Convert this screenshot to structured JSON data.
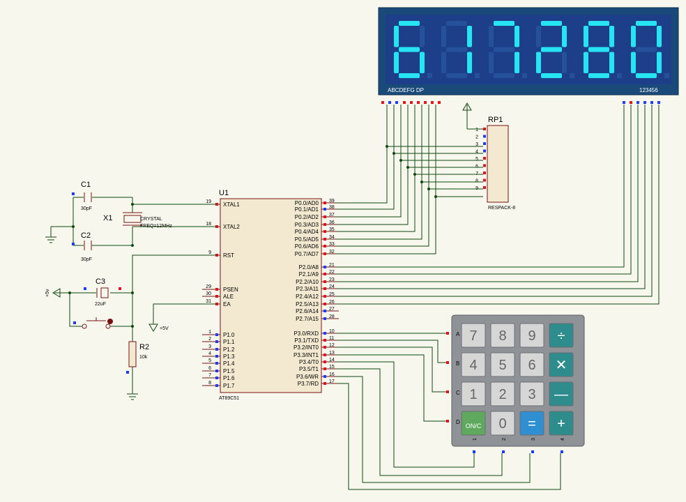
{
  "display": {
    "digits": [
      "6",
      "1",
      "7",
      "2",
      "8",
      "0"
    ],
    "segment_label": "ABCDEFG  DP",
    "digit_label": "123456",
    "colors": {
      "bg": "#1a4a7a",
      "inner": "#1d3f8a",
      "on": "#27e4f2",
      "off": "#24519a"
    }
  },
  "rp1": {
    "ref": "RP1",
    "value": "RESPACK-8",
    "pins": [
      "1",
      "2",
      "3",
      "4",
      "5",
      "6",
      "7",
      "8",
      "9"
    ]
  },
  "u1": {
    "ref": "U1",
    "part": "AT89C51",
    "left_pins": [
      {
        "num": "19",
        "name": "XTAL1"
      },
      {
        "num": "18",
        "name": "XTAL2"
      },
      {
        "num": "9",
        "name": "RST"
      },
      {
        "num": "29",
        "name": "PSEN"
      },
      {
        "num": "30",
        "name": "ALE"
      },
      {
        "num": "31",
        "name": "EA"
      },
      {
        "num": "1",
        "name": "P1.0"
      },
      {
        "num": "2",
        "name": "P1.1"
      },
      {
        "num": "3",
        "name": "P1.2"
      },
      {
        "num": "4",
        "name": "P1.3"
      },
      {
        "num": "5",
        "name": "P1.4"
      },
      {
        "num": "6",
        "name": "P1.5"
      },
      {
        "num": "7",
        "name": "P1.6"
      },
      {
        "num": "8",
        "name": "P1.7"
      }
    ],
    "right_pins": [
      {
        "num": "39",
        "name": "P0.0/AD0"
      },
      {
        "num": "38",
        "name": "P0.1/AD1"
      },
      {
        "num": "37",
        "name": "P0.2/AD2"
      },
      {
        "num": "36",
        "name": "P0.3/AD3"
      },
      {
        "num": "35",
        "name": "P0.4/AD4"
      },
      {
        "num": "34",
        "name": "P0.5/AD5"
      },
      {
        "num": "33",
        "name": "P0.6/AD6"
      },
      {
        "num": "32",
        "name": "P0.7/AD7"
      },
      {
        "num": "21",
        "name": "P2.0/A8"
      },
      {
        "num": "22",
        "name": "P2.1/A9"
      },
      {
        "num": "23",
        "name": "P2.2/A10"
      },
      {
        "num": "24",
        "name": "P2.3/A11"
      },
      {
        "num": "25",
        "name": "P2.4/A12"
      },
      {
        "num": "26",
        "name": "P2.5/A13"
      },
      {
        "num": "27",
        "name": "P2.6/A14"
      },
      {
        "num": "28",
        "name": "P2.7/A15"
      },
      {
        "num": "10",
        "name": "P3.0/RXD"
      },
      {
        "num": "11",
        "name": "P3.1/TXD"
      },
      {
        "num": "12",
        "name": "P3.2/INT0"
      },
      {
        "num": "13",
        "name": "P3.3/INT1"
      },
      {
        "num": "14",
        "name": "P3.4/T0"
      },
      {
        "num": "15",
        "name": "P3.5/T1"
      },
      {
        "num": "16",
        "name": "P3.6/WR"
      },
      {
        "num": "17",
        "name": "P3.7/RD"
      }
    ]
  },
  "components": {
    "c1": {
      "ref": "C1",
      "value": "30pF"
    },
    "c2": {
      "ref": "C2",
      "value": "30pF"
    },
    "c3": {
      "ref": "C3",
      "value": "22uF"
    },
    "x1": {
      "ref": "X1",
      "value": "CRYSTAL",
      "freq": "FREQ=12MHz"
    },
    "r2": {
      "ref": "R2",
      "value": "10k"
    },
    "vcc_left": "+5v",
    "vcc_ea": "+5V"
  },
  "keypad": {
    "rows": [
      "A",
      "B",
      "C",
      "D"
    ],
    "cols": [
      "1",
      "2",
      "3",
      "4"
    ],
    "keys": [
      [
        "7",
        "8",
        "9",
        "÷"
      ],
      [
        "4",
        "5",
        "6",
        "✕"
      ],
      [
        "1",
        "2",
        "3",
        "—"
      ],
      [
        "ON/C",
        "0",
        "=",
        "+"
      ]
    ],
    "colors": {
      "num": "#d6d6d6",
      "op": "#2f8c8c",
      "on": "#5fa95f",
      "eq": "#2f8fd0",
      "body": "#8f9297"
    }
  }
}
